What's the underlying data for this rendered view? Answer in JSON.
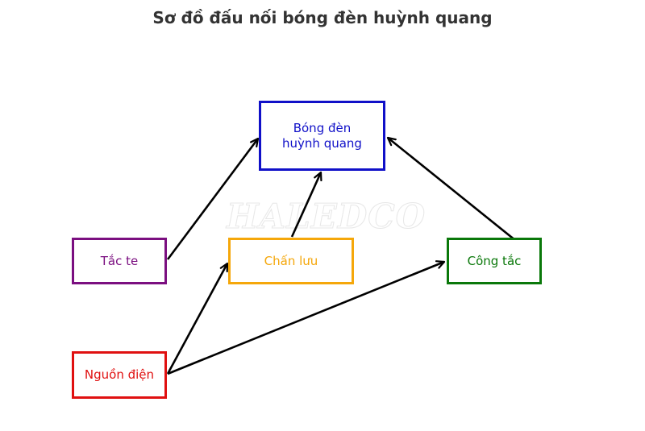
{
  "title": "Sơ đồ đấu nối bóng đèn huỳnh quang",
  "watermark": "HALEDCO",
  "nodes": {
    "lamp": {
      "label": "Bóng đèn\nhuỳnh quang",
      "color": "#1010c8"
    },
    "starter": {
      "label": "Tắc te",
      "color": "#7b0f80"
    },
    "ballast": {
      "label": "Chấn lưu",
      "color": "#f5a70a"
    },
    "switch": {
      "label": "Công tắc",
      "color": "#0a780a"
    },
    "power": {
      "label": "Nguồn điện",
      "color": "#e01010"
    }
  },
  "edges": [
    {
      "from": "starter",
      "to": "lamp"
    },
    {
      "from": "ballast",
      "to": "lamp"
    },
    {
      "from": "switch",
      "to": "lamp"
    },
    {
      "from": "power",
      "to": "ballast"
    },
    {
      "from": "power",
      "to": "switch"
    }
  ],
  "edge_color": "#000000"
}
